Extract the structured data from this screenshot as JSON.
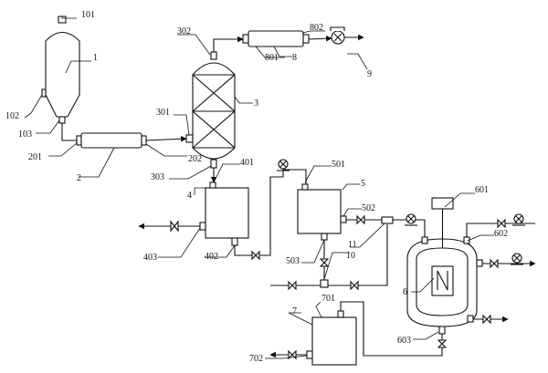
{
  "colors": {
    "line": "#111111",
    "background": "#ffffff"
  },
  "labels": {
    "l1": "1",
    "l2": "2",
    "l3": "3",
    "l4": "4",
    "l5": "5",
    "l6": "6",
    "l7": "7",
    "l8": "8",
    "l9": "9",
    "l10": "10",
    "l11": "11",
    "l101": "101",
    "l102": "102",
    "l103": "103",
    "l201": "201",
    "l202": "202",
    "l301": "301",
    "l302": "302",
    "l303": "303",
    "l401": "401",
    "l402": "402",
    "l403": "403",
    "l501": "501",
    "l502": "502",
    "l503": "503",
    "l601": "601",
    "l602": "602",
    "l603": "603",
    "l701": "701",
    "l702": "702",
    "l801": "801",
    "l802": "802"
  },
  "icons": {
    "valve": "bowtie-valve-icon",
    "pump": "circle-x-pump-icon",
    "fan": "blower-fan-icon",
    "heater": "zigzag-heater-icon",
    "motor": "stirrer-motor-icon"
  }
}
